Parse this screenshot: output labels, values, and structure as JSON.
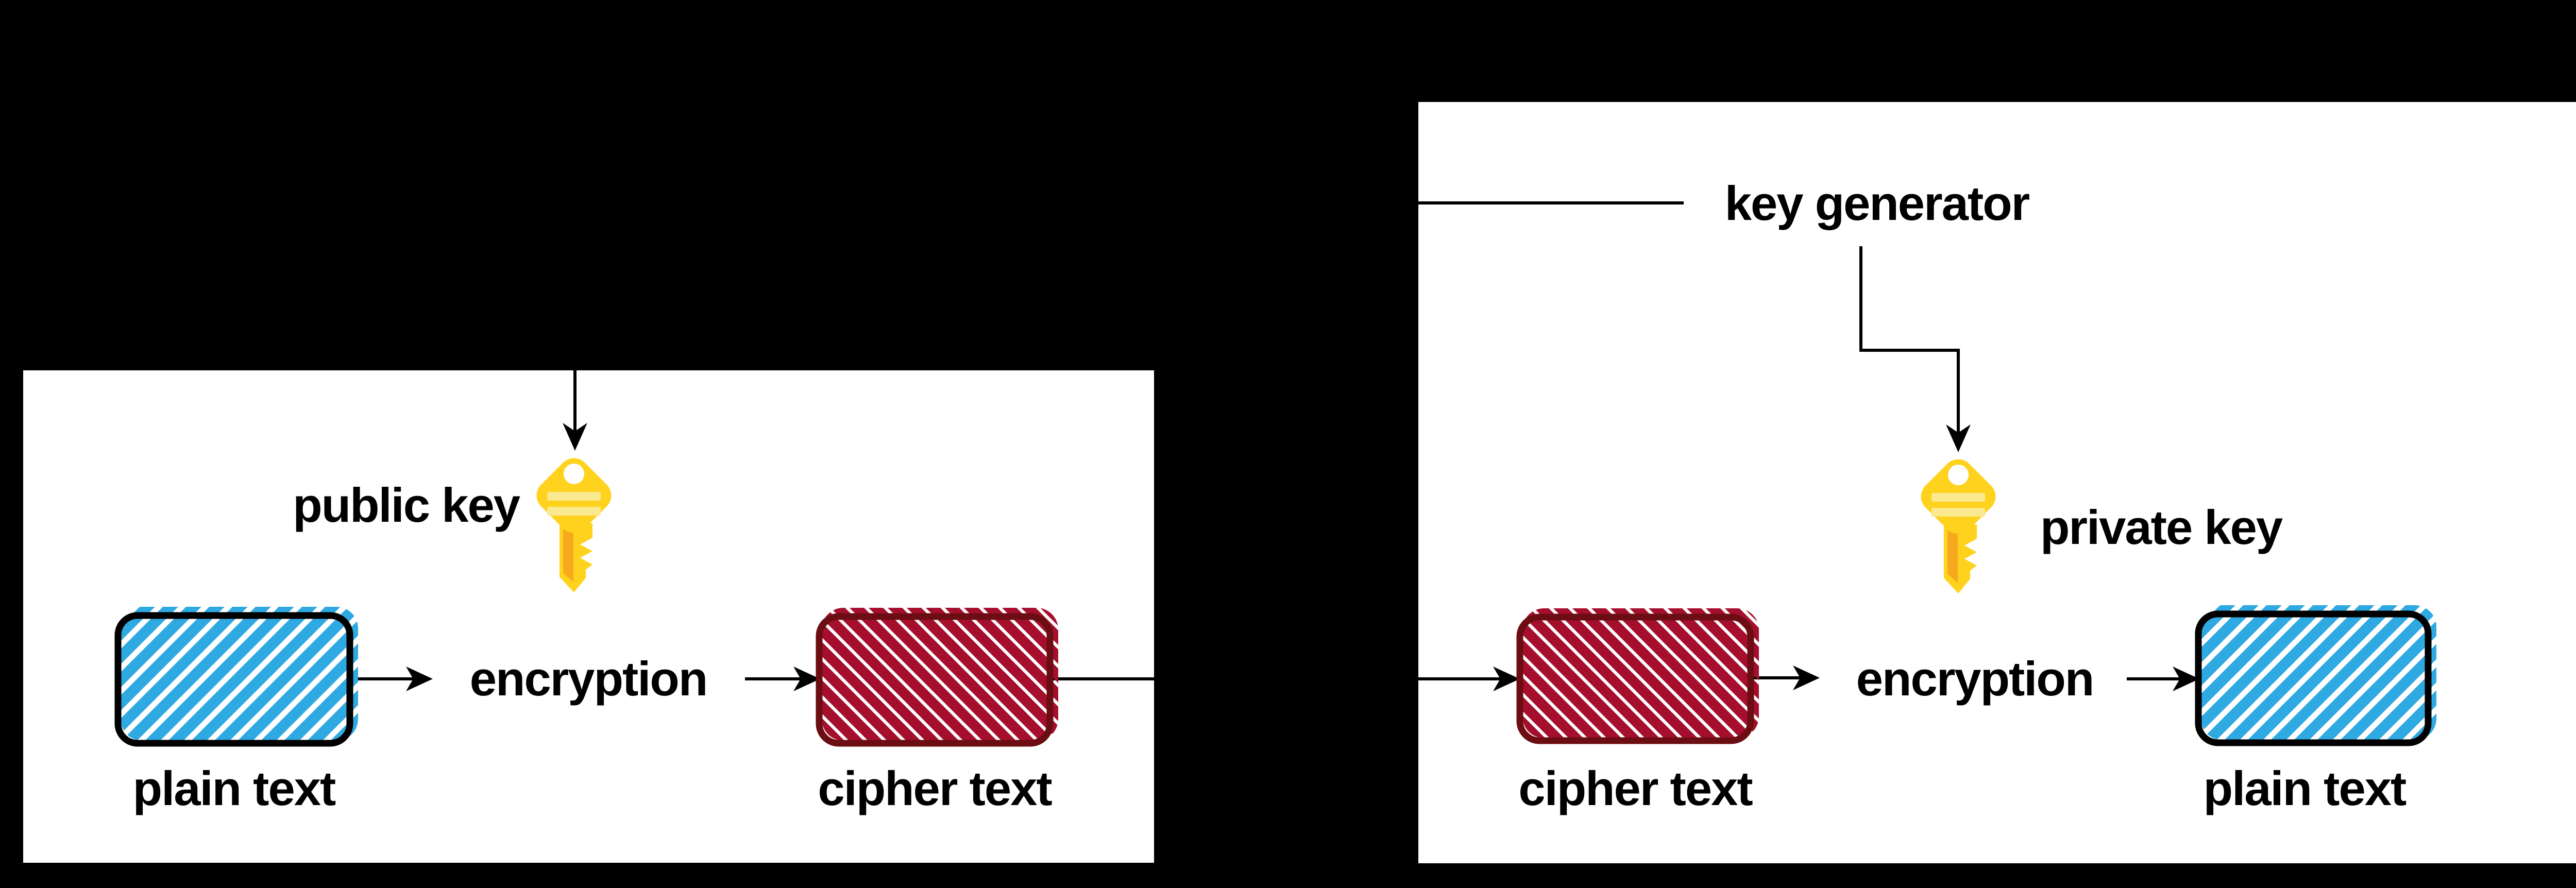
{
  "diagram": {
    "background_color": "#000000",
    "line_color": "#000000",
    "panels": {
      "encrypt": {
        "key_label": "public key",
        "process_label": "encryption",
        "input_box_label": "plain text",
        "output_box_label": "cipher text"
      },
      "decrypt": {
        "generator_label": "key generator",
        "key_label": "private key",
        "process_label": "encryption",
        "input_box_label": "cipher text",
        "output_box_label": "plain text"
      }
    },
    "colors": {
      "panel_background": "#FFFFFF",
      "text": "#000000",
      "plain_text_stripe": "#2FA9E1",
      "plain_text_border": "#000000",
      "cipher_text_stripe": "#A50F2D",
      "cipher_text_border": "#6B0D12",
      "key_body": "#FFD21E",
      "key_bar_light": "#FBE98F",
      "key_shaft_accent": "#F6A91F",
      "key_hole": "#FFFFFF"
    },
    "hatch_boxes": [
      {
        "id": "encrypt-plain",
        "stripe": "#2FA9E1",
        "border": "#000000",
        "direction": "fwd",
        "stripe_width": 21,
        "spacing": 45
      },
      {
        "id": "encrypt-cipher",
        "stripe": "#A50F2D",
        "border": "#6B0D12",
        "direction": "back",
        "stripe_width": 20,
        "spacing": 37
      },
      {
        "id": "decrypt-cipher",
        "stripe": "#A50F2D",
        "border": "#6B0D12",
        "direction": "back",
        "stripe_width": 20,
        "spacing": 37
      },
      {
        "id": "decrypt-plain",
        "stripe": "#2FA9E1",
        "border": "#000000",
        "direction": "fwd",
        "stripe_width": 21,
        "spacing": 45
      }
    ]
  }
}
